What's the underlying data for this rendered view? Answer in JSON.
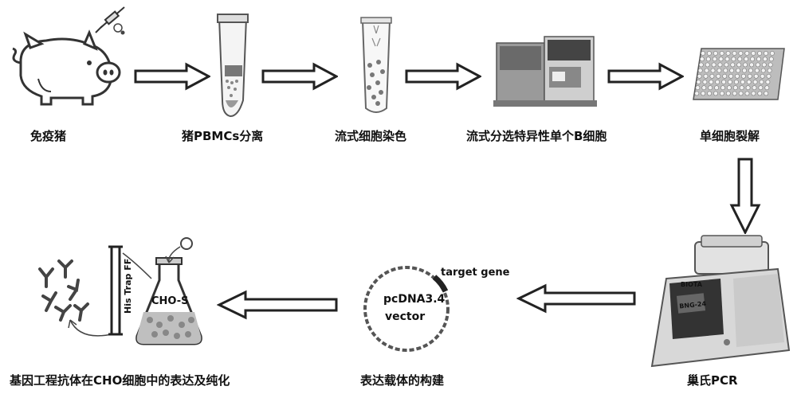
{
  "steps": [
    {
      "label": "免疫猪"
    },
    {
      "label": "猪PBMCs分离"
    },
    {
      "label": "流式细胞染色"
    },
    {
      "label": "流式分选特异性单个B细胞"
    },
    {
      "label": "单细胞裂解"
    },
    {
      "label": "巢氏PCR"
    },
    {
      "label": "表达载体的构建"
    },
    {
      "label": "基因工程抗体在CHO细胞中的表达及纯化"
    }
  ],
  "vector": {
    "name": "pcDNA3.4",
    "sub": "vector",
    "insert": "target gene"
  },
  "purification": {
    "column": "His Trap FF",
    "flask": "CHO-S"
  },
  "pcr_machine": {
    "brand": "BIOTA",
    "screen": "BNG-24"
  }
}
